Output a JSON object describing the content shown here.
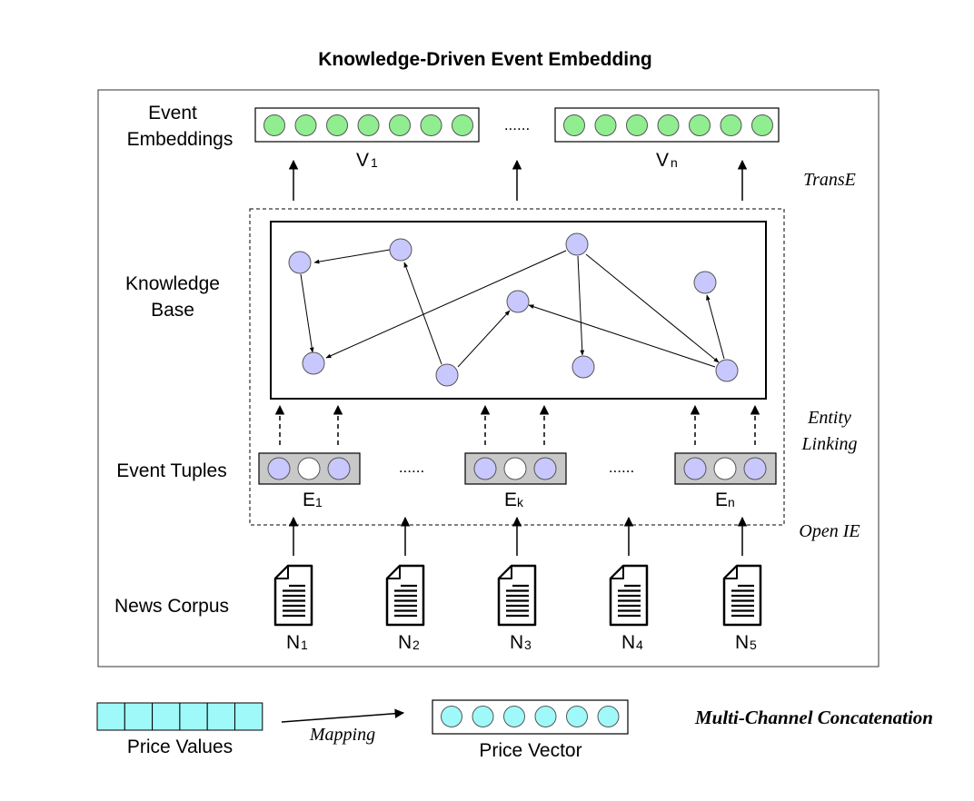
{
  "title": "Knowledge-Driven Event Embedding",
  "rows": {
    "event_embeddings": [
      "Event",
      "Embeddings"
    ],
    "knowledge_base": [
      "Knowledge",
      "Base"
    ],
    "event_tuples": "Event Tuples",
    "news_corpus": "News Corpus"
  },
  "side_labels": {
    "transe": "TransE",
    "entity_linking": [
      "Entity",
      "Linking"
    ],
    "open_ie": "Open IE",
    "multichannel": "Multi-Channel Concatenation"
  },
  "embedding_vectors": [
    {
      "base": "V",
      "sub": "1"
    },
    {
      "base": "V",
      "sub": "n"
    }
  ],
  "tuples": [
    {
      "base": "E",
      "sub": "1"
    },
    {
      "base": "E",
      "sub": "k"
    },
    {
      "base": "E",
      "sub": "n"
    }
  ],
  "corpus_docs": [
    {
      "base": "N",
      "sub": "1"
    },
    {
      "base": "N",
      "sub": "2"
    },
    {
      "base": "N",
      "sub": "3"
    },
    {
      "base": "N",
      "sub": "4"
    },
    {
      "base": "N",
      "sub": "5"
    }
  ],
  "ellipsis": "......",
  "price": {
    "values_label": "Price Values",
    "mapping_label": "Mapping",
    "vector_label": "Price Vector"
  },
  "colors": {
    "green_node": "#90ee90",
    "purple_node": "#c8c8ff",
    "cyan": "#9ff9f9",
    "tuple_bg": "#c8c8c8"
  }
}
